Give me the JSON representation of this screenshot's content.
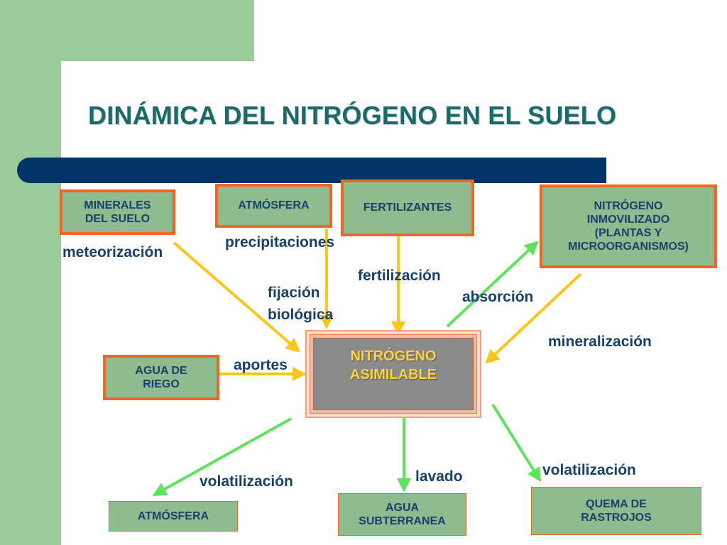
{
  "title": "DINÁMICA DEL NITRÓGENO EN EL SUELO",
  "center": {
    "line1": "NITRÓGENO",
    "line2": "ASIMILABLE"
  },
  "boxes": {
    "minerales": {
      "line1": "MINERALES",
      "line2": "DEL SUELO"
    },
    "atmosfera_top": "ATMÓSFERA",
    "fertilizantes": "FERTILIZANTES",
    "inmovilizado": {
      "line1": "NITRÓGENO",
      "line2": "INMOVILIZADO",
      "line3": "(PLANTAS Y",
      "line4": "MICROORGANISMOS)"
    },
    "agua_riego": {
      "line1": "AGUA DE",
      "line2": "RIEGO"
    },
    "atmosfera_bottom": "ATMÓSFERA",
    "agua_subterranea": {
      "line1": "AGUA",
      "line2": "SUBTERRANEA"
    },
    "quema": {
      "line1": "QUEMA DE",
      "line2": "RASTROJOS"
    }
  },
  "labels": {
    "meteorizacion": "meteorización",
    "precipitaciones": "precipitaciones",
    "fertilizacion": "fertilización",
    "fijacion_line1": "fijación",
    "fijacion_line2": "biológica",
    "absorcion": "absorción",
    "mineralizacion": "mineralización",
    "aportes": "aportes",
    "volatilizacion_left": "volatilización",
    "lavado": "lavado",
    "volatilizacion_right": "volatilización"
  },
  "colors": {
    "background_green": "#99cc99",
    "title_teal": "#1b6a6a",
    "navy_bar": "#003366",
    "box_fill": "#8fbc8f",
    "box_border": "#f26522",
    "label_blue": "#17406b",
    "arrow_yellow": "#ffc61a",
    "arrow_green": "#5fe35f",
    "center_text": "#ffd33a",
    "center_fill": "#8a8a8a"
  }
}
